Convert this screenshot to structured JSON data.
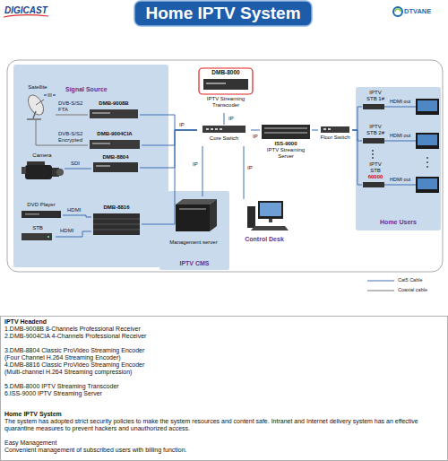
{
  "diagram": {
    "title": "Home IPTV System",
    "nodes": [
      {
        "text": [
          "Signal Source"
        ]
      },
      {
        "text": [
          "Satellite"
        ],
        "in": 0
      },
      {
        "text": [
          "DMB-9008B"
        ],
        "in": 0
      },
      {
        "text": [
          "DMB-9004CIA"
        ],
        "in": 0
      },
      {
        "text": [
          "Camera"
        ],
        "in": 0
      },
      {
        "text": [
          "DMB-8804"
        ],
        "in": 0
      },
      {
        "text": [
          "DVD Player"
        ],
        "in": 0
      },
      {
        "text": [
          "STB"
        ],
        "in": 0
      },
      {
        "text": [
          "DMB-8816"
        ],
        "in": 0
      },
      {
        "text": [
          "DMB-8000",
          "IPTV Streaming Transcoder"
        ]
      },
      {
        "text": [
          "Core Switch"
        ]
      },
      {
        "text": [
          "ISS-9000",
          "IPTV Streaming Server"
        ]
      },
      {
        "text": [
          "Floor Switch"
        ]
      },
      {
        "text": [
          "IPTV CMS"
        ]
      },
      {
        "text": [
          "Management server"
        ],
        "in": 13
      },
      {
        "text": [
          "Control Desk"
        ]
      },
      {
        "text": [
          "Home Users"
        ]
      },
      {
        "text": [
          "IPTV STB 1#"
        ],
        "in": 16
      },
      {
        "text": [
          "IPTV STB 2#"
        ],
        "in": 16
      },
      {
        "text": [
          "IPTV STB",
          "60000"
        ],
        "in": 16
      },
      {
        "text": [
          "IPTV Headend",
          "1.DMB-9008B 8-Channels Professional Receiver",
          "2.DMB-9004CIA 4-Channels Professional Receiver",
          "3.DMB-8804 Classic ProVideo Streaming Encoder",
          "(Four Channel H.264 Streaming Encoder)",
          "4.DMB-8816 Classic ProVideo Streaming Encoder",
          "(Multi-channel H.264 Streaming compression)",
          "5.DMB-8000 IPTV Streaming Transcoder",
          "6.ISS-9000 IPTV Streaming Server",
          "Home IPTV System",
          "The system has adopted strict security policies to make the system resources and content safe. Intranet and Internet delivery system has an effective quarantine measures to prevent hackers and unauthorized access.",
          "Easy Management",
          "Convenient management of subscribed users with billing function."
        ]
      }
    ],
    "edges": [
      {
        "from": 1,
        "to": 2,
        "label": "DVB-S/S2 FTA",
        "arrow": "none"
      },
      {
        "from": 1,
        "to": 3,
        "label": "DVB-S/S2 Encrypted",
        "arrow": "none"
      },
      {
        "from": 4,
        "to": 5,
        "label": "SDI",
        "arrow": "none"
      },
      {
        "from": 6,
        "to": 8,
        "label": "HDMI",
        "arrow": "none"
      },
      {
        "from": 7,
        "to": 8,
        "label": "HDMI",
        "arrow": "none"
      },
      {
        "from": 2,
        "to": 10,
        "arrow": "none"
      },
      {
        "from": 3,
        "to": 10,
        "label": "IP",
        "arrow": "none"
      },
      {
        "from": 5,
        "to": 10,
        "arrow": "none"
      },
      {
        "from": 8,
        "to": 10,
        "arrow": "none"
      },
      {
        "from": 10,
        "to": 9,
        "label": "IP",
        "arrow": "none"
      },
      {
        "from": 10,
        "to": 11,
        "label": "IP",
        "arrow": "none"
      },
      {
        "from": 10,
        "to": 14,
        "label": "IP",
        "arrow": "none"
      },
      {
        "from": 10,
        "to": 15,
        "label": "IP",
        "arrow": "none"
      },
      {
        "from": 11,
        "to": 12,
        "arrow": "none"
      },
      {
        "from": 12,
        "to": 17,
        "arrow": "none"
      },
      {
        "from": 12,
        "to": 18,
        "arrow": "none"
      },
      {
        "from": 12,
        "to": 19,
        "arrow": "none"
      }
    ],
    "labels": [
      "DIGICAST",
      "DTVANE",
      "HDMI out",
      "HDMI out",
      "HDMI out"
    ],
    "legend": [
      {
        "text": "Cat5 Cable"
      },
      {
        "text": "Coaxial cable"
      }
    ]
  }
}
